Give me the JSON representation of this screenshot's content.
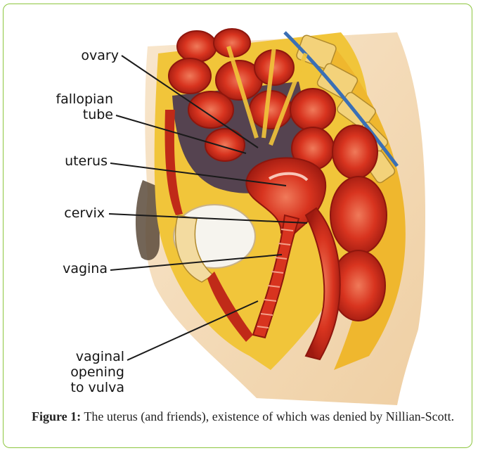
{
  "labels": {
    "ovary": "ovary",
    "fallopian_1": "fallopian",
    "fallopian_2": "tube",
    "uterus": "uterus",
    "cervix": "cervix",
    "vagina": "vagina",
    "opening_1": "vaginal",
    "opening_2": "opening",
    "opening_3": "to vulva"
  },
  "caption": {
    "label": "Figure 1:",
    "text": " The uterus (and friends), existence of which was denied by Nillian-Scott."
  },
  "colors": {
    "frame": "#8dc63f",
    "muscle": "#d8341f",
    "fat": "#f1c53a",
    "skin": "#f3d9b6"
  }
}
